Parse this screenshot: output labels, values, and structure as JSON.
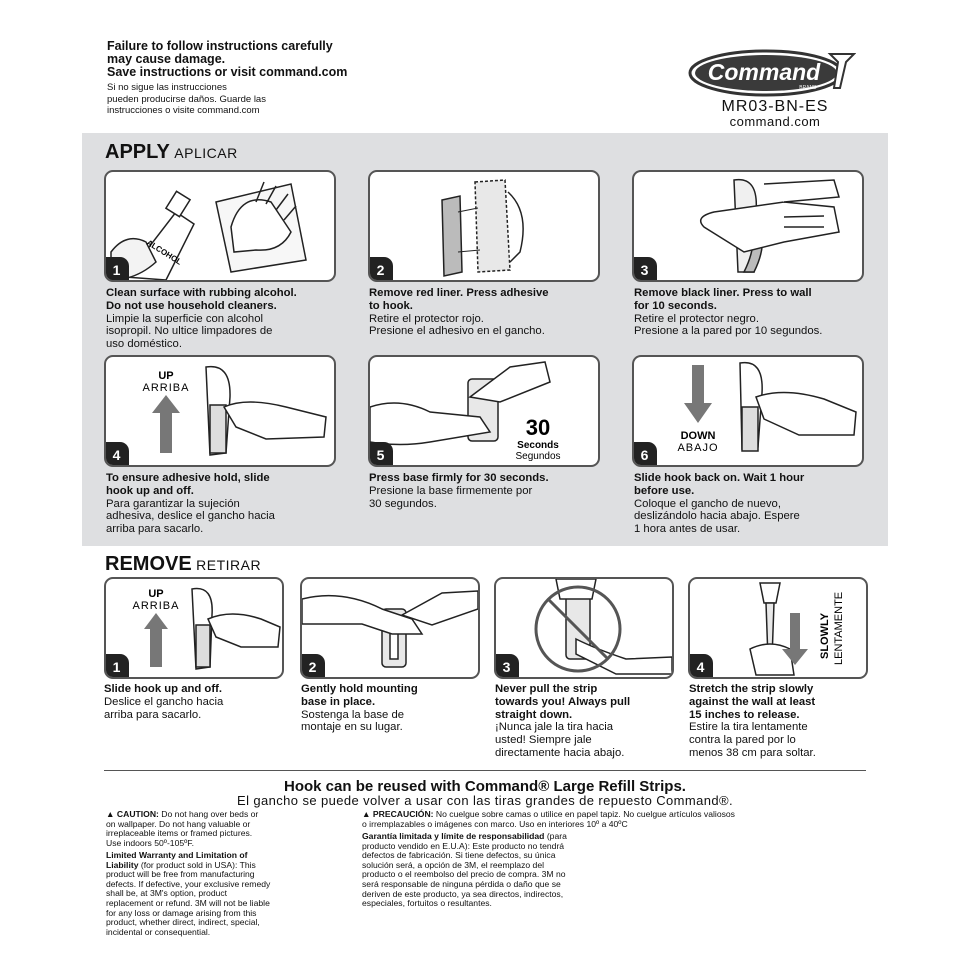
{
  "header": {
    "warning_en_1": "Failure to follow instructions carefully",
    "warning_en_2": "may cause damage.",
    "warning_en_3": "Save instructions or visit command.com",
    "warning_es_1": "Si no sigue las instrucciones",
    "warning_es_2": "pueden producirse daños. Guarde las",
    "warning_es_3": "instrucciones o visite command.com",
    "logo_text": "Command",
    "logo_brand": "BRAND",
    "model": "MR03-BN-ES",
    "site": "command.com"
  },
  "apply": {
    "title": "APPLY",
    "subtitle": "APLICAR",
    "steps": [
      {
        "num": "1",
        "en_1": "Clean surface with rubbing alcohol.",
        "en_2": "Do not use household cleaners.",
        "es_1": "Limpie la superficie con alcohol",
        "es_2": "isopropil. No ultice limpadores de",
        "es_3": "uso doméstico.",
        "label": "ALCOHOL"
      },
      {
        "num": "2",
        "en_1": "Remove red liner. Press adhesive",
        "en_2": "to hook.",
        "es_1": "Retire el protector rojo.",
        "es_2": "Presione el adhesivo en el gancho.",
        "es_3": ""
      },
      {
        "num": "3",
        "en_1": "Remove black liner. Press to wall",
        "en_2": "for 10 seconds.",
        "es_1": "Retire el protector negro.",
        "es_2": "Presione a la pared por 10 segundos.",
        "es_3": ""
      },
      {
        "num": "4",
        "en_1": "To ensure adhesive hold, slide",
        "en_2": "hook up and off.",
        "es_1": "Para garantizar la sujeción",
        "es_2": "adhesiva, deslice el gancho hacia",
        "es_3": "arriba para sacarlo.",
        "label_1": "UP",
        "label_2": "ARRIBA"
      },
      {
        "num": "5",
        "en_1": "Press base firmly for 30 seconds.",
        "en_2": "",
        "es_1": "Presione la base firmemente por",
        "es_2": "30 segundos.",
        "es_3": "",
        "label_1": "30",
        "label_2": "Seconds",
        "label_3": "Segundos"
      },
      {
        "num": "6",
        "en_1": "Slide hook back on. Wait 1 hour",
        "en_2": "before use.",
        "es_1": "Coloque el gancho de nuevo,",
        "es_2": "deslizándolo hacia abajo. Espere",
        "es_3": "1 hora antes de usar.",
        "label_1": "DOWN",
        "label_2": "ABAJO"
      }
    ]
  },
  "remove": {
    "title": "REMOVE",
    "subtitle": "RETIRAR",
    "steps": [
      {
        "num": "1",
        "en_1": "Slide hook up and off.",
        "en_2": "",
        "en_3": "",
        "es_1": "Deslice el gancho hacia",
        "es_2": "arriba para sacarlo.",
        "es_3": "",
        "label_1": "UP",
        "label_2": "ARRIBA"
      },
      {
        "num": "2",
        "en_1": "Gently hold mounting",
        "en_2": "base in place.",
        "en_3": "",
        "es_1": "Sostenga la base de",
        "es_2": "montaje en su lugar.",
        "es_3": ""
      },
      {
        "num": "3",
        "en_1": "Never pull the strip",
        "en_2": "towards you! Always pull",
        "en_3": "straight down.",
        "es_1": "¡Nunca jale la tira hacia",
        "es_2": "usted! Siempre jale",
        "es_3": "directamente hacia abajo."
      },
      {
        "num": "4",
        "en_1": "Stretch the strip slowly",
        "en_2": "against the wall at least",
        "en_3": "15 inches to release.",
        "es_1": "Estire la tira lentamente",
        "es_2": "contra la pared por lo",
        "es_3": "menos 38 cm para soltar.",
        "label_1": "SLOWLY",
        "label_2": "LENTAMENTE"
      }
    ]
  },
  "reuse": {
    "en": "Hook can be reused with Command® Large Refill Strips.",
    "es": "El gancho se puede volver a usar con las tiras grandes de repuesto Command®."
  },
  "fineprint": {
    "caution_label": "CAUTION:",
    "caution_lines": [
      " Do not hang over beds or",
      "on wallpaper. Do not hang valuable or",
      "irreplaceable items or framed pictures.",
      "Use indoors 50º-105ºF."
    ],
    "warranty_title_1": "Limited Warranty and Limitation of",
    "warranty_title_2": "Liability",
    "warranty_lines": [
      " (for product sold in USA): This",
      "product will be free from manufacturing",
      "defects. If defective, your exclusive remedy",
      "shall be, at 3M's option, product",
      "replacement or refund. 3M will not be liable",
      "for any loss or damage arising from this",
      "product, whether direct, indirect, special,",
      "incidental or consequential."
    ],
    "precaucion_label": "PRECAUCIÓN:",
    "precaucion_lines": [
      " No cuelgue sobre camas o utilice en papel tapiz. No cuelgue artículos valiosos",
      "o irremplazables o imágenes con marco. Uso en interiores 10º a 40ºC"
    ],
    "garantia_title": "Garantía limitada y límite de responsabilidad",
    "garantia_lines": [
      " (para",
      "producto vendido en E.U.A): Este producto no tendrá",
      "defectos de fabricación. Si tiene defectos, su única",
      "solución será, a opción de 3M, el reemplazo del",
      "producto o el reembolso del precio de compra. 3M no",
      "será responsable de ninguna pérdida o daño que se",
      "deriven de este producto, ya sea directos, indirectos,",
      "especiales, fortuitos o resultantes."
    ]
  }
}
